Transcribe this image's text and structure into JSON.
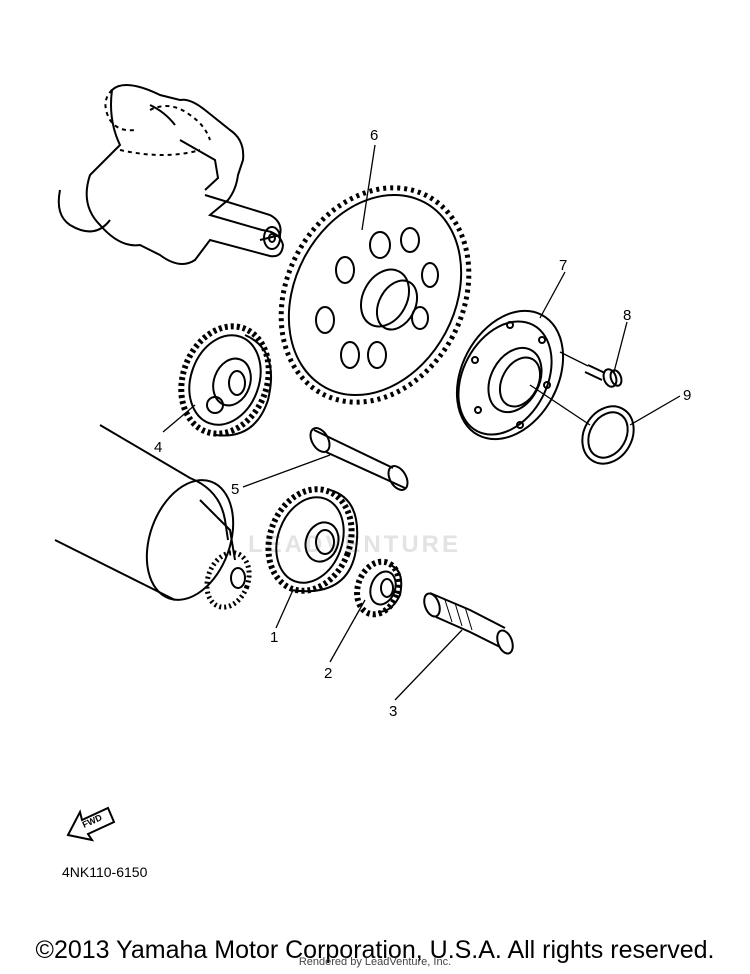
{
  "callouts": [
    {
      "number": "1",
      "part": "gear"
    },
    {
      "number": "2",
      "part": "gear"
    },
    {
      "number": "3",
      "part": "shaft"
    },
    {
      "number": "4",
      "part": "gear"
    },
    {
      "number": "5",
      "part": "shaft"
    },
    {
      "number": "6",
      "part": "gear"
    },
    {
      "number": "7",
      "part": "one-way-clutch"
    },
    {
      "number": "8",
      "part": "bolt"
    },
    {
      "number": "9",
      "part": "washer"
    }
  ],
  "fwd_label": "FWD",
  "part_code": "4NK110-6150",
  "watermark": "LEADVENTURE",
  "copyright": "©2013 Yamaha Motor Corporation, U.S.A. All rights reserved.",
  "rendered_by": "Rendered by LeadVenture, Inc."
}
